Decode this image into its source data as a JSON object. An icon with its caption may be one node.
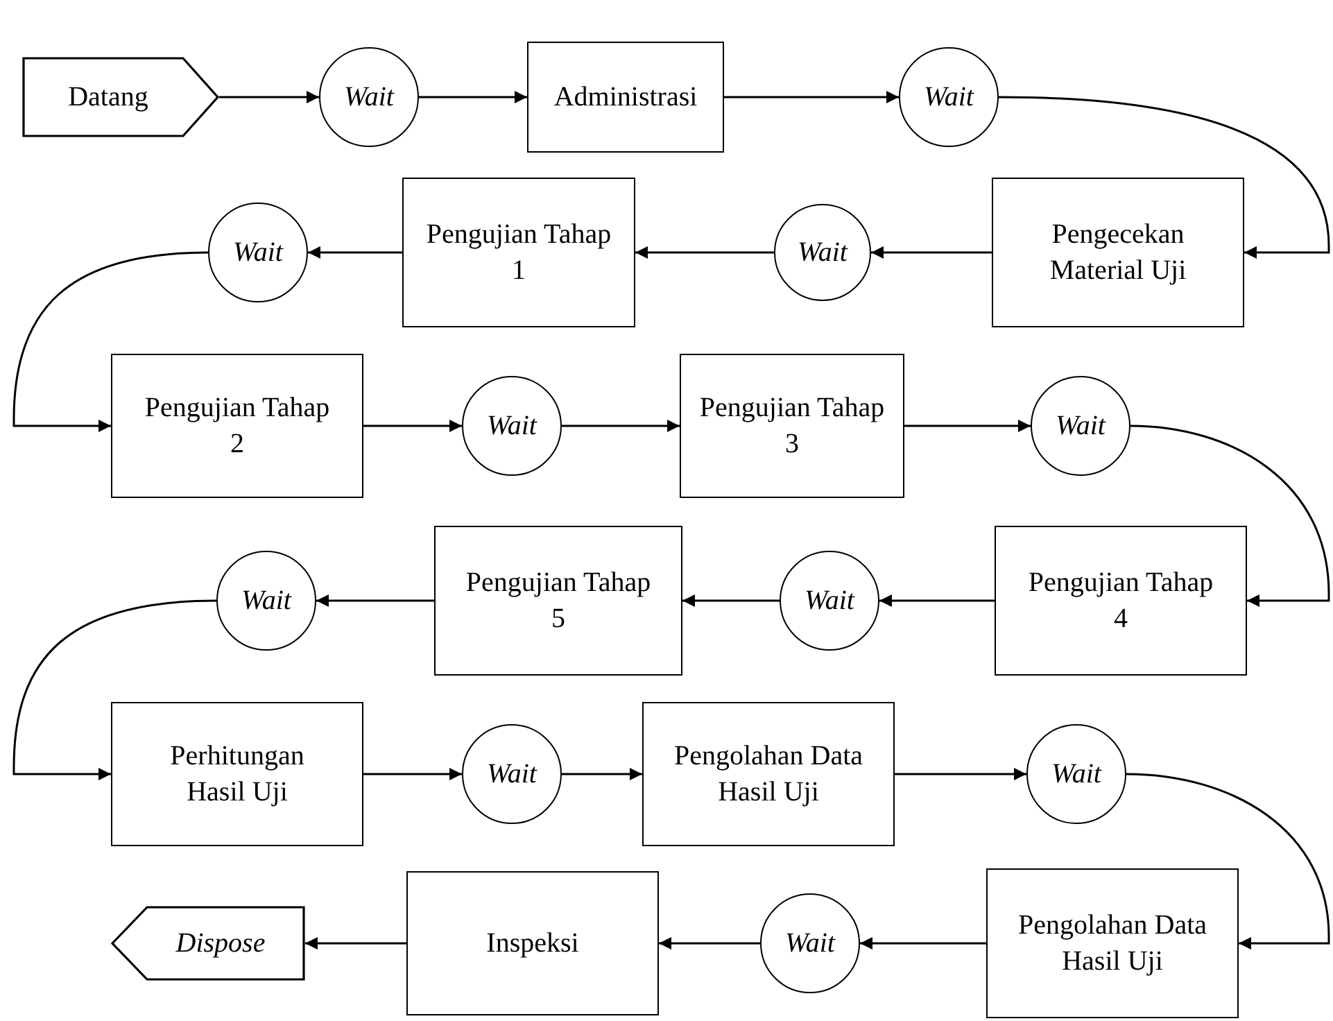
{
  "diagram": {
    "nodes": [
      {
        "text": [
          "Datang"
        ]
      },
      {
        "text": [
          "Wait"
        ]
      },
      {
        "text": [
          "Administrasi"
        ]
      },
      {
        "text": [
          "Wait"
        ]
      },
      {
        "text": [
          "Pengecekan Material Uji"
        ]
      },
      {
        "text": [
          "Wait"
        ]
      },
      {
        "text": [
          "Pengujian Tahap 1"
        ]
      },
      {
        "text": [
          "Wait"
        ]
      },
      {
        "text": [
          "Pengujian Tahap 2"
        ]
      },
      {
        "text": [
          "Wait"
        ]
      },
      {
        "text": [
          "Pengujian Tahap 3"
        ]
      },
      {
        "text": [
          "Wait"
        ]
      },
      {
        "text": [
          "Pengujian Tahap 4"
        ]
      },
      {
        "text": [
          "Wait"
        ]
      },
      {
        "text": [
          "Pengujian Tahap 5"
        ]
      },
      {
        "text": [
          "Wait"
        ]
      },
      {
        "text": [
          "Perhitungan Hasil Uji"
        ]
      },
      {
        "text": [
          "Wait"
        ]
      },
      {
        "text": [
          "Pengolahan Data Hasil Uji"
        ]
      },
      {
        "text": [
          "Wait"
        ]
      },
      {
        "text": [
          "Pengolahan Data Hasil Uji"
        ]
      },
      {
        "text": [
          "Wait"
        ]
      },
      {
        "text": [
          "Inspeksi"
        ]
      },
      {
        "text": [
          "Dispose"
        ]
      }
    ],
    "edges": [
      {
        "from": 0,
        "to": 1,
        "arrow": "to"
      },
      {
        "from": 1,
        "to": 2,
        "arrow": "to"
      },
      {
        "from": 2,
        "to": 3,
        "arrow": "to"
      },
      {
        "from": 3,
        "to": 4,
        "arrow": "to"
      },
      {
        "from": 4,
        "to": 5,
        "arrow": "to"
      },
      {
        "from": 5,
        "to": 6,
        "arrow": "to"
      },
      {
        "from": 6,
        "to": 7,
        "arrow": "to"
      },
      {
        "from": 7,
        "to": 8,
        "arrow": "to"
      },
      {
        "from": 8,
        "to": 9,
        "arrow": "to"
      },
      {
        "from": 9,
        "to": 10,
        "arrow": "to"
      },
      {
        "from": 10,
        "to": 11,
        "arrow": "to"
      },
      {
        "from": 11,
        "to": 12,
        "arrow": "to"
      },
      {
        "from": 12,
        "to": 13,
        "arrow": "to"
      },
      {
        "from": 13,
        "to": 14,
        "arrow": "to"
      },
      {
        "from": 14,
        "to": 15,
        "arrow": "to"
      },
      {
        "from": 15,
        "to": 16,
        "arrow": "to"
      },
      {
        "from": 16,
        "to": 17,
        "arrow": "to"
      },
      {
        "from": 17,
        "to": 18,
        "arrow": "to"
      },
      {
        "from": 18,
        "to": 19,
        "arrow": "to"
      },
      {
        "from": 19,
        "to": 20,
        "arrow": "to"
      },
      {
        "from": 20,
        "to": 21,
        "arrow": "to"
      },
      {
        "from": 21,
        "to": 22,
        "arrow": "to"
      },
      {
        "from": 22,
        "to": 23,
        "arrow": "to"
      }
    ]
  }
}
